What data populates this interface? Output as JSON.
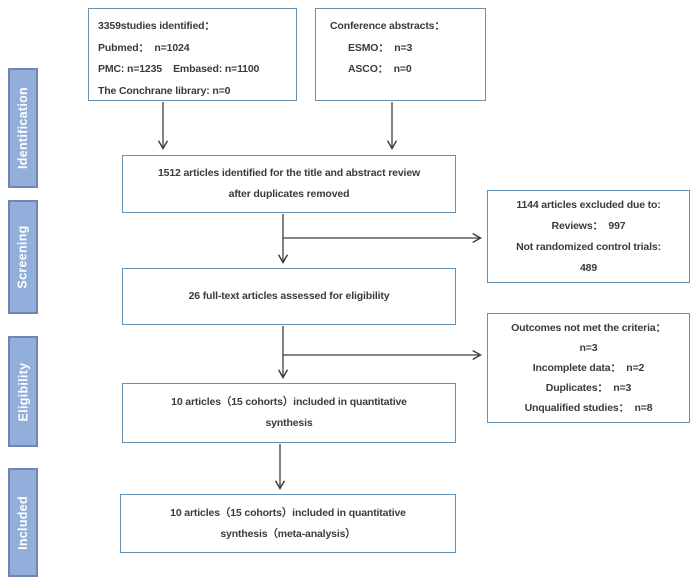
{
  "stages": [
    "Identification",
    "Screening",
    "Eligibility",
    "Included"
  ],
  "boxes": {
    "studies_identified": {
      "lines": [
        "3359studies identified：",
        "Pubmed：  n=1024",
        "PMC: n=1235    Embased: n=1100",
        "The Conchrane library: n=0"
      ]
    },
    "conference_abstracts": {
      "lines": [
        "Conference abstracts：",
        "ESMO：  n=3",
        "ASCO：  n=0"
      ]
    },
    "title_abstract_review": {
      "lines": [
        "1512 articles identified for the title and abstract review",
        "after duplicates removed"
      ]
    },
    "excluded_screening": {
      "lines": [
        "1144 articles excluded due to:",
        "Reviews：  997",
        "Not randomized control trials:",
        "489"
      ]
    },
    "full_text_assessed": {
      "lines": [
        "26 full-text articles assessed for eligibility"
      ]
    },
    "excluded_eligibility": {
      "lines": [
        "Outcomes not met the criteria：",
        "n=3",
        "Incomplete data：  n=2",
        "Duplicates：  n=3",
        "Unqualified studies：  n=8"
      ]
    },
    "quantitative_synthesis": {
      "lines": [
        "10 articles（15 cohorts）included in quantitative",
        "synthesis"
      ]
    },
    "meta_analysis": {
      "lines": [
        "10 articles（15 cohorts）included in quantitative",
        "synthesis（meta-analysis）"
      ]
    }
  },
  "colors": {
    "box_border": "#6792b4",
    "stage_fill": "#92aedb",
    "stage_border": "#7286ad",
    "stage_text": "#ffffff",
    "arrow": "#3f3f3f",
    "text": "#3b3b3b",
    "background": "#ffffff"
  }
}
